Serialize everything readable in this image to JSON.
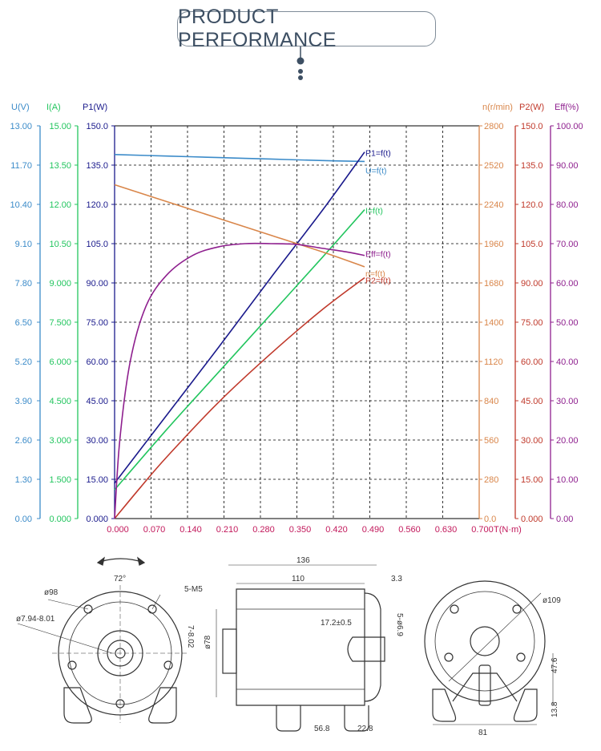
{
  "header": {
    "title": "PRODUCT PERFORMANCE"
  },
  "colors": {
    "U": "#3b8bc9",
    "I": "#22c55e",
    "P1": "#1a1a8c",
    "n": "#d9864a",
    "P2": "#c0392b",
    "Eff": "#8e1f8e",
    "T": "#c2185b",
    "ink": "#333333"
  },
  "chart_data": {
    "type": "line",
    "x": {
      "label": "T(N·m)",
      "range": [
        0,
        0.7
      ],
      "ticks": [
        "0.000",
        "0.070",
        "0.140",
        "0.210",
        "0.280",
        "0.350",
        "0.420",
        "0.490",
        "0.560",
        "0.630",
        "0.700"
      ]
    },
    "axes": [
      {
        "id": "U",
        "label": "U(V)",
        "side": "left",
        "range": [
          0,
          13
        ],
        "ticks": [
          "0.00",
          "1.30",
          "2.60",
          "3.90",
          "5.20",
          "6.50",
          "7.80",
          "9.10",
          "10.40",
          "11.70",
          "13.00"
        ]
      },
      {
        "id": "I",
        "label": "I(A)",
        "side": "left",
        "range": [
          0,
          15
        ],
        "ticks": [
          "0.000",
          "1.500",
          "3.000",
          "4.500",
          "6.000",
          "7.500",
          "9.000",
          "10.50",
          "12.00",
          "13.50",
          "15.00"
        ]
      },
      {
        "id": "P1",
        "label": "P1(W)",
        "side": "left",
        "range": [
          0,
          150
        ],
        "ticks": [
          "0.000",
          "15.00",
          "30.00",
          "45.00",
          "60.00",
          "75.00",
          "90.00",
          "105.0",
          "120.0",
          "135.0",
          "150.0"
        ]
      },
      {
        "id": "n",
        "label": "n(r/min)",
        "side": "right",
        "range": [
          0,
          2800
        ],
        "ticks": [
          "0.0",
          "280",
          "560",
          "840",
          "1120",
          "1400",
          "1680",
          "1960",
          "2240",
          "2520",
          "2800"
        ]
      },
      {
        "id": "P2",
        "label": "P2(W)",
        "side": "right",
        "range": [
          0,
          150
        ],
        "ticks": [
          "0.000",
          "15.00",
          "30.00",
          "45.00",
          "60.00",
          "75.00",
          "90.00",
          "105.0",
          "120.0",
          "135.0",
          "150.0"
        ]
      },
      {
        "id": "Eff",
        "label": "Eff(%)",
        "side": "right",
        "range": [
          0,
          100
        ],
        "ticks": [
          "0.00",
          "10.00",
          "20.00",
          "30.00",
          "40.00",
          "50.00",
          "60.00",
          "70.00",
          "80.00",
          "90.00",
          "100.00"
        ]
      }
    ],
    "series": [
      {
        "name": "U=f(t)",
        "axis": "U",
        "x": [
          0,
          0.1,
          0.2,
          0.3,
          0.4,
          0.48
        ],
        "y": [
          12.05,
          12.0,
          11.95,
          11.9,
          11.85,
          11.82
        ]
      },
      {
        "name": "I=f(t)",
        "axis": "I",
        "x": [
          0,
          0.1,
          0.2,
          0.3,
          0.4,
          0.48
        ],
        "y": [
          1.1,
          3.4,
          5.6,
          7.8,
          10.0,
          11.8
        ]
      },
      {
        "name": "P1=f(t)",
        "axis": "P1",
        "x": [
          0,
          0.1,
          0.2,
          0.3,
          0.4,
          0.48
        ],
        "y": [
          13.5,
          39.5,
          65.5,
          92.0,
          118.0,
          140.0
        ]
      },
      {
        "name": "n=f(t)",
        "axis": "n",
        "x": [
          0,
          0.1,
          0.2,
          0.3,
          0.4,
          0.48
        ],
        "y": [
          2380,
          2260,
          2140,
          2020,
          1900,
          1795
        ]
      },
      {
        "name": "P2=f(t)",
        "axis": "P2",
        "x": [
          0,
          0.05,
          0.1,
          0.2,
          0.3,
          0.4,
          0.48
        ],
        "y": [
          0,
          12.0,
          23.5,
          44.5,
          63.0,
          80.0,
          92.0
        ]
      },
      {
        "name": "Eff=f(t)",
        "axis": "Eff",
        "x": [
          0,
          0.01,
          0.03,
          0.06,
          0.1,
          0.15,
          0.2,
          0.25,
          0.3,
          0.35,
          0.4,
          0.45,
          0.48
        ],
        "y": [
          0,
          20,
          40,
          54,
          62,
          67,
          69.2,
          70,
          70,
          69.8,
          68.8,
          67.8,
          67
        ]
      }
    ]
  },
  "drawing": {
    "front": {
      "rotation": "",
      "angle": "72°",
      "dia_outer": "ø98",
      "shaft": "ø7.94-8.01",
      "holes": "5-M5",
      "flat": "7-8.02"
    },
    "side": {
      "len_total": "136",
      "len_body": "110",
      "flange": "3.3",
      "shaft_len": "17.2±0.5",
      "holes": "5-ø6.9",
      "dia_body": "ø78",
      "foot_spacing": "56.8",
      "offset": "22.8"
    },
    "rear": {
      "dia": "ø109",
      "width": "81",
      "height": "47.6",
      "foot_h": "13.8"
    }
  }
}
